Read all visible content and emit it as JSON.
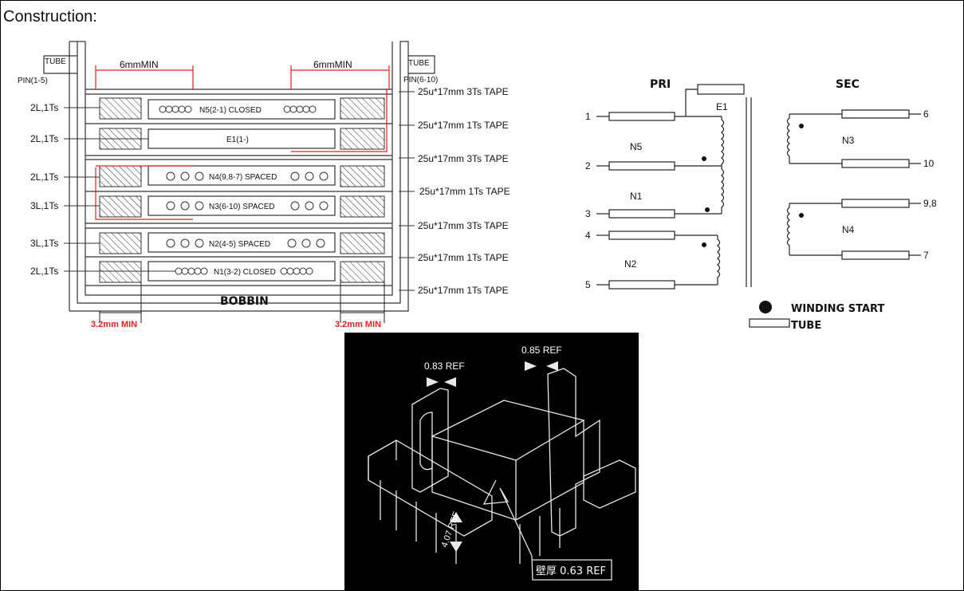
{
  "heading": "Construction:",
  "construction": {
    "tube_left": "TUBE",
    "pin_left": "PIN(1-5)",
    "tube_right": "TUBE",
    "pin_right": "PIN(6-10)",
    "dim_top": "6mmMIN",
    "dim_bottom": "3.2mm MIN",
    "bobbin": "BOBBIN",
    "layers": [
      {
        "left": "2L,1Ts",
        "label": "N5(2-1) CLOSED",
        "tape": "25u*17mm 1Ts TAPE"
      },
      {
        "left": "2L,1Ts",
        "label": "E1(1-)",
        "tape": "25u*17mm 3Ts TAPE"
      },
      {
        "left": "2L,1Ts",
        "label": "N4(9,8-7) SPACED",
        "tape": "25u*17mm 1Ts TAPE"
      },
      {
        "left": "3L,1Ts",
        "label": "N3(6-10) SPACED",
        "tape": "25u*17mm 3Ts TAPE"
      },
      {
        "left": "3L,1Ts",
        "label": "N2(4-5) SPACED",
        "tape": "25u*17mm 1Ts TAPE"
      },
      {
        "left": "2L,1Ts",
        "label": "N1(3-2) CLOSED",
        "tape": "25u*17mm 1Ts TAPE"
      }
    ],
    "top_tape": "25u*17mm 3Ts TAPE"
  },
  "schematic": {
    "pri": "PRI",
    "sec": "SEC",
    "shield": "E1",
    "pins_left": [
      "1",
      "2",
      "3",
      "4",
      "5"
    ],
    "pins_right": [
      "6",
      "10",
      "9,8",
      "7"
    ],
    "windings": [
      "N5",
      "N1",
      "N2",
      "N3",
      "N4"
    ],
    "legend_start": "WINDING START",
    "legend_tube": "TUBE"
  },
  "photo": {
    "dim_a": "0.83 REF",
    "dim_b": "0.85 REF",
    "dim_c": "4.07 REF",
    "dim_d": "壁厚 0.63 REF"
  }
}
